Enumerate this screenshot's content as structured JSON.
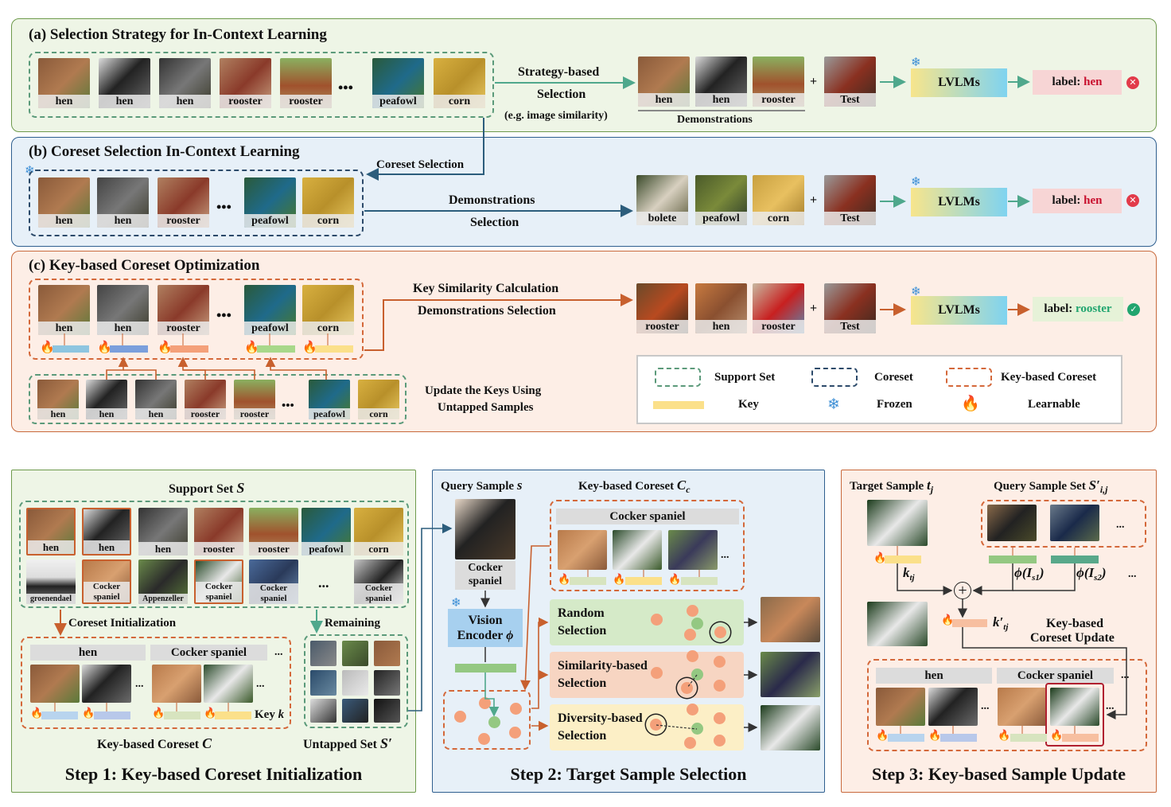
{
  "panel_a": {
    "title": "(a) Selection Strategy for In-Context Learning",
    "support_labels": [
      "hen",
      "hen",
      "hen",
      "rooster",
      "rooster",
      "peafowl",
      "corn"
    ],
    "ellipsis": "•••",
    "arrow_label_1": "Strategy-based",
    "arrow_label_2": "Selection",
    "arrow_label_3": "(e.g. image similarity)",
    "demo_labels": [
      "hen",
      "hen",
      "rooster"
    ],
    "demo_caption": "Demonstrations",
    "plus": "+",
    "test_label": "Test",
    "lvlm": "LVLMs",
    "label_prefix": "label:",
    "label_value": "hen",
    "result_icon": "wrong-icon"
  },
  "panel_b": {
    "title": "(b) Coreset Selection In-Context Learning",
    "coreset_selection": "Coreset Selection",
    "coreset_labels": [
      "hen",
      "hen",
      "rooster",
      "peafowl",
      "corn"
    ],
    "ellipsis": "•••",
    "arrow_label_1": "Demonstrations",
    "arrow_label_2": "Selection",
    "demo_labels": [
      "bolete",
      "peafowl",
      "corn"
    ],
    "plus": "+",
    "test_label": "Test",
    "lvlm": "LVLMs",
    "label_prefix": "label:",
    "label_value": "hen",
    "result_icon": "wrong-icon"
  },
  "panel_c": {
    "title": "(c) Key-based Coreset Optimization",
    "coreset_labels": [
      "hen",
      "hen",
      "rooster",
      "peafowl",
      "corn"
    ],
    "ellipsis": "•••",
    "arrow_label_1": "Key Similarity Calculation",
    "arrow_label_2": "Demonstrations Selection",
    "demo_labels": [
      "rooster",
      "hen",
      "rooster"
    ],
    "plus": "+",
    "test_label": "Test",
    "lvlm": "LVLMs",
    "label_prefix": "label:",
    "label_value": "rooster",
    "result_icon": "correct-icon",
    "support_labels": [
      "hen",
      "hen",
      "hen",
      "rooster",
      "rooster",
      "peafowl",
      "corn"
    ],
    "update_text_1": "Update the Keys Using",
    "update_text_2": "Untapped Samples",
    "legend": {
      "support_set": "Support Set",
      "coreset": "Coreset",
      "key_based_coreset": "Key-based Coreset",
      "key": "Key",
      "frozen": "Frozen",
      "learnable": "Learnable"
    }
  },
  "step1": {
    "support_set_title": "Support Set",
    "support_set_symbol": "S",
    "row1_labels": [
      "hen",
      "hen",
      "hen",
      "rooster",
      "rooster",
      "peafowl",
      "corn"
    ],
    "row2_labels": [
      "groenendael",
      "Cocker spaniel",
      "Appenzeller",
      "Cocker spaniel",
      "Cocker spaniel",
      "...",
      "Cocker spaniel"
    ],
    "coreset_init": "Coreset Initialization",
    "remaining": "Remaining",
    "class_hen": "hen",
    "class_cocker": "Cocker spaniel",
    "ellipsis": "...",
    "key_label": "Key",
    "key_symbol": "k",
    "coreset_caption": "Key-based Coreset",
    "coreset_symbol": "C",
    "untapped_caption": "Untapped Set",
    "untapped_symbol": "S′",
    "banner": "Step 1: Key-based Coreset Initialization"
  },
  "step2": {
    "query_title": "Query Sample",
    "query_symbol": "s",
    "query_label": "Cocker spaniel",
    "coreset_title": "Key-based Coreset",
    "coreset_symbol": "C",
    "coreset_sub": "c",
    "coreset_class": "Cocker spaniel",
    "ellipsis": "...",
    "encoder_1": "Vision",
    "encoder_2": "Encoder",
    "encoder_symbol": "ϕ",
    "random": "Random Selection",
    "similarity": "Similarity-based Selection",
    "diversity": "Diversity-based Selection",
    "banner": "Step 2: Target Sample Selection"
  },
  "step3": {
    "target_title": "Target Sample",
    "target_symbol": "t",
    "target_sub": "j",
    "query_set_title": "Query Sample Set",
    "query_set_symbol": "S′",
    "query_set_sub": "i,j",
    "ellipsis": "...",
    "phi1": "ϕ(I",
    "phi1_sub": "s1",
    "phi2": "ϕ(I",
    "phi2_sub": "s2",
    "k_tj": "k",
    "k_tj_sub": "tj",
    "k_tj_prime": "k′",
    "update_1": "Key-based",
    "update_2": "Coreset Update",
    "class_hen": "hen",
    "class_cocker": "Cocker spaniel",
    "banner": "Step 3: Key-based Sample Update"
  },
  "colors": {
    "panel_a_bg": "#eef5e6",
    "panel_a_border": "#6e9a4c",
    "panel_b_bg": "#e7f0f8",
    "panel_b_border": "#2f5f8f",
    "panel_c_bg": "#fdeee6",
    "panel_c_border": "#c8693c",
    "support_dash": "#5b9a7a",
    "coreset_dash": "#2c4a6a",
    "keybased_dash": "#d4683a",
    "arrow_green": "#4fa88c",
    "arrow_blue": "#2c5d7c",
    "arrow_orange": "#c8602e",
    "wrong_red": "#c8102e",
    "correct_green": "#21a56f"
  }
}
